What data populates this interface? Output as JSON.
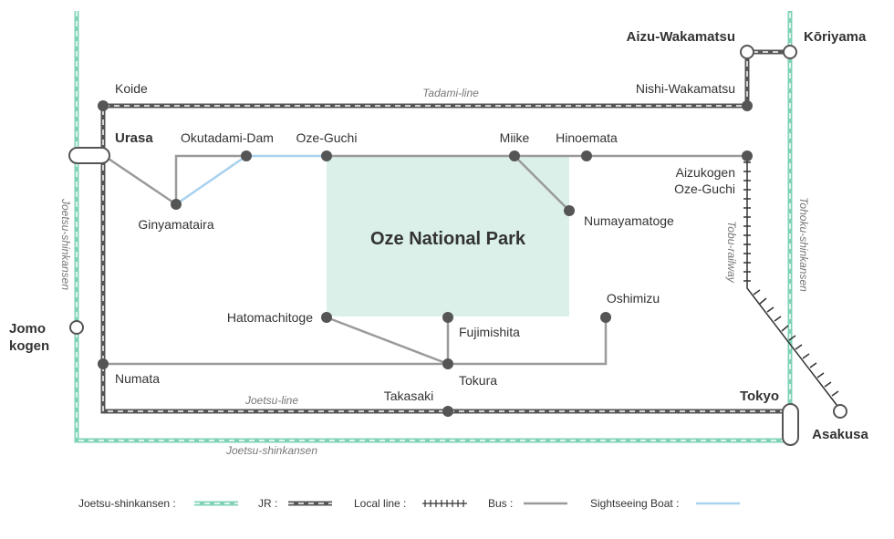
{
  "colors": {
    "shinkansen": "#7fd3b4",
    "jr_dark": "#555555",
    "local": "#333333",
    "bus": "#9a9a9a",
    "boat": "#a8d2ee",
    "park_fill": "#daf0e8",
    "stop": "#555555"
  },
  "park": {
    "label": "Oze National Park"
  },
  "stations": {
    "aizu_wakamatsu": "Aizu-Wakamatsu",
    "koriyama": "Kōriyama",
    "koide": "Koide",
    "nishi_wakamatsu": "Nishi-Wakamatsu",
    "urasa": "Urasa",
    "okutadami_dam": "Okutadami-Dam",
    "oze_guchi": "Oze-Guchi",
    "miike": "Miike",
    "hinoemata": "Hinoemata",
    "aizukogen_1": "Aizukogen",
    "aizukogen_2": "Oze-Guchi",
    "ginyamataira": "Ginyamataira",
    "numayamatoge": "Numayamatoge",
    "jomo_1": "Jomo",
    "jomo_2": "kogen",
    "oshimizu": "Oshimizu",
    "hatomachitoge": "Hatomachitoge",
    "fujimishita": "Fujimishita",
    "numata": "Numata",
    "tokura": "Tokura",
    "takasaki": "Takasaki",
    "tokyo": "Tokyo",
    "asakusa": "Asakusa"
  },
  "line_names": {
    "tadami": "Tadami-line",
    "joetsu_shinkansen_left": "Joetsu-shinkansen",
    "joetsu_shinkansen_bottom": "Joetsu-shinkansen",
    "tohoku_shinkansen": "Tohoku-shinkansen",
    "tobu_railway": "Tobu-railway",
    "joetsu_line": "Joetsu-line"
  },
  "legend": {
    "shinkansen": "Joetsu-shinkansen :",
    "jr": "JR :",
    "local": "Local line :",
    "bus": "Bus :",
    "boat": "Sightseeing Boat :"
  }
}
